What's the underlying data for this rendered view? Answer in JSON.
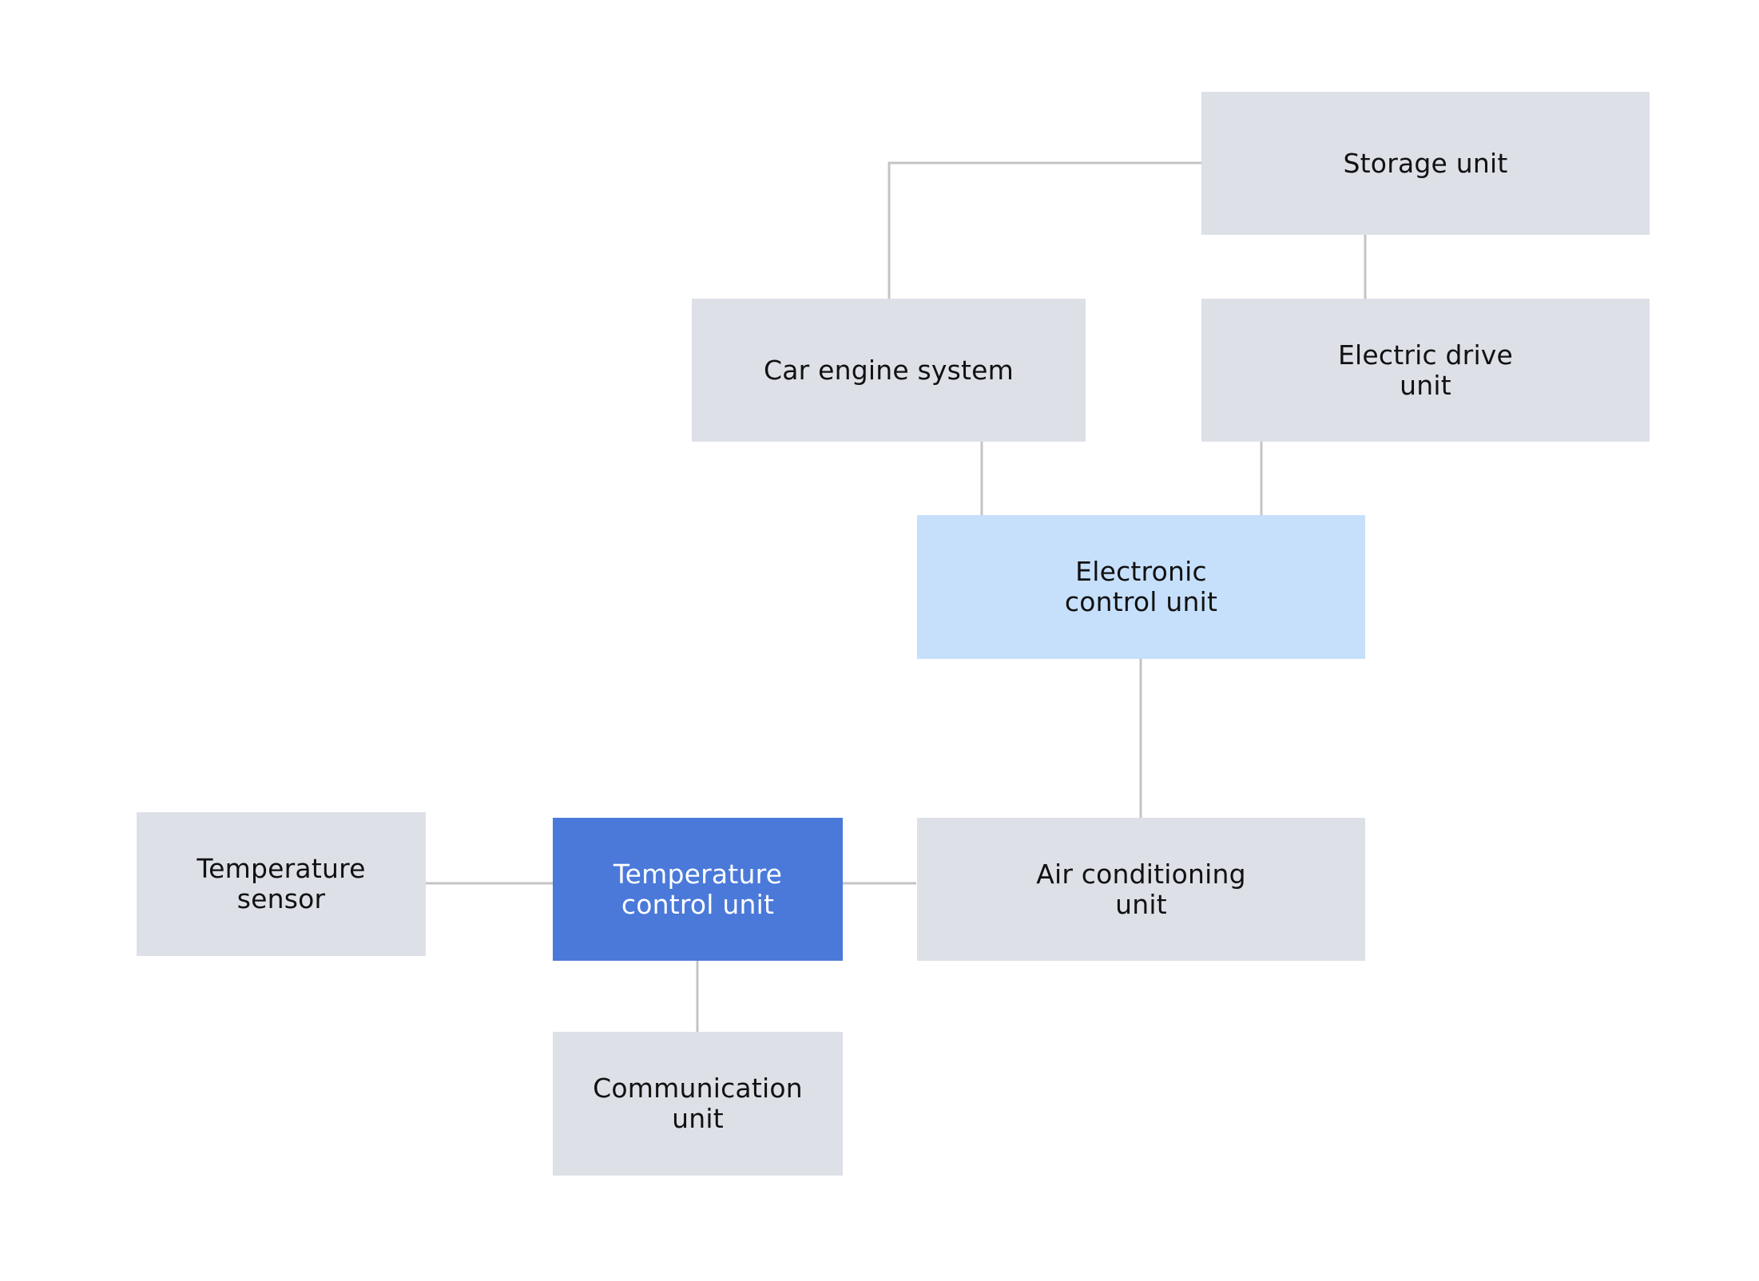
{
  "diagram": {
    "colors": {
      "default_fill": "#dde0e7",
      "ecu_fill": "#c6e0fb",
      "selected_fill": "#4a79d9",
      "connector": "#c4c4c4"
    },
    "nodes": {
      "storage_unit": "Storage unit",
      "car_engine_system": "Car engine system",
      "electric_drive_unit": "Electric drive\nunit",
      "electronic_control_unit": "Electronic\ncontrol unit",
      "air_conditioning_unit": "Air conditioning\nunit",
      "temperature_control_unit": "Temperature\ncontrol unit",
      "temperature_sensor": "Temperature\nsensor",
      "communication_unit": "Communication\nunit"
    },
    "edges": [
      {
        "from": "storage_unit",
        "to": "car_engine_system"
      },
      {
        "from": "storage_unit",
        "to": "electric_drive_unit"
      },
      {
        "from": "car_engine_system",
        "to": "electronic_control_unit"
      },
      {
        "from": "electric_drive_unit",
        "to": "electronic_control_unit"
      },
      {
        "from": "electronic_control_unit",
        "to": "air_conditioning_unit"
      },
      {
        "from": "air_conditioning_unit",
        "to": "temperature_control_unit"
      },
      {
        "from": "temperature_sensor",
        "to": "temperature_control_unit"
      },
      {
        "from": "temperature_control_unit",
        "to": "communication_unit"
      }
    ]
  }
}
